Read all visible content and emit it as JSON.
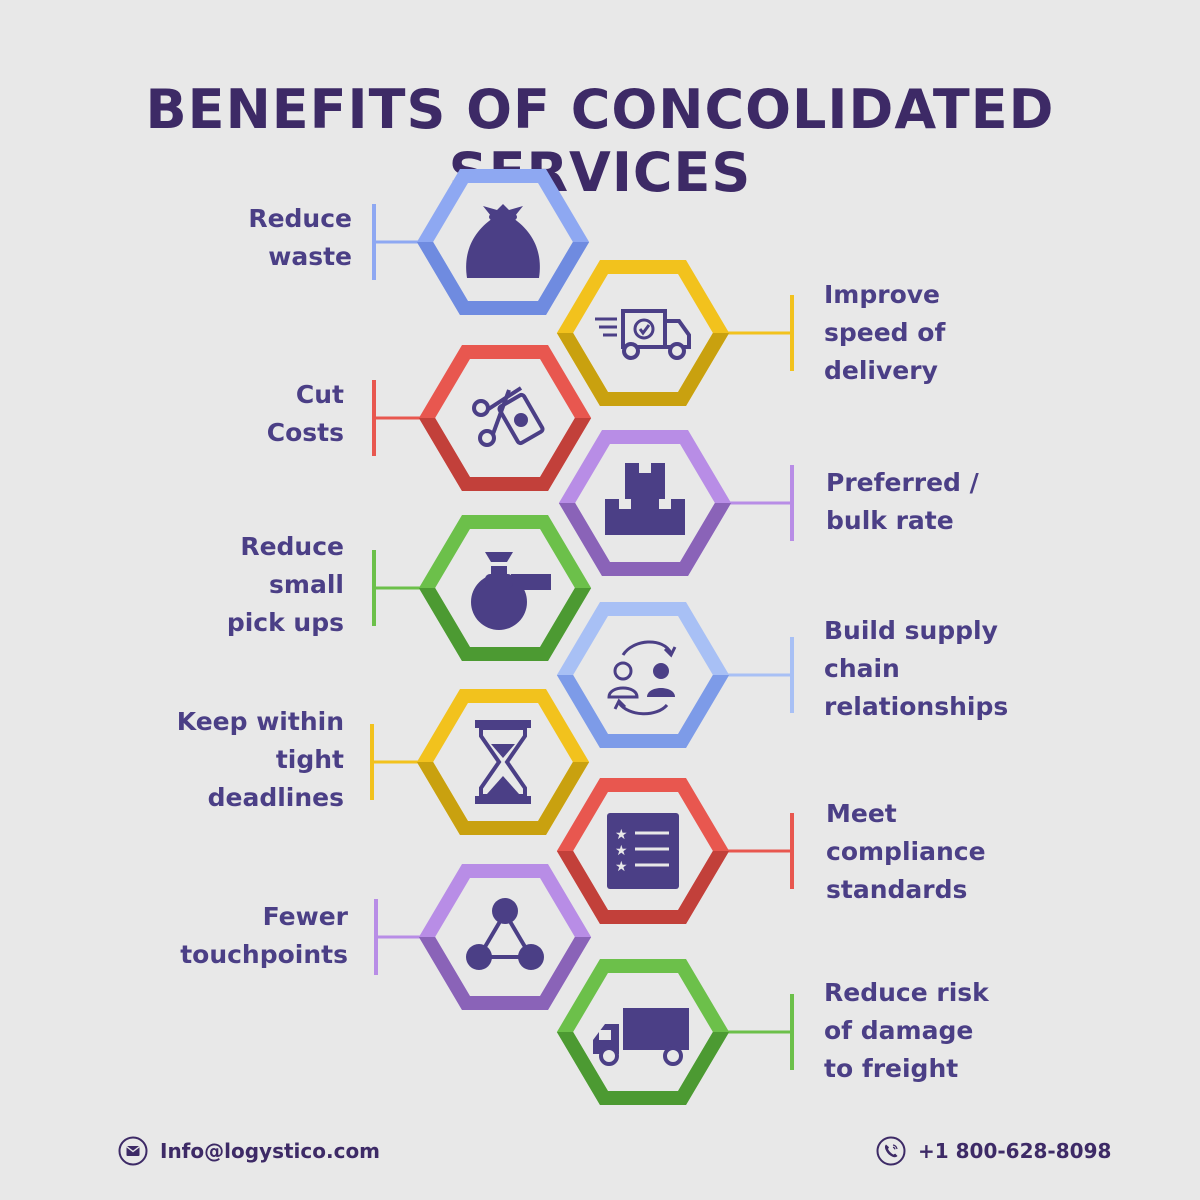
{
  "title": "Benefits of Concolidated Services",
  "benefits": [
    {
      "label": "Reduce\nwaste",
      "icon": "garbage-bag-icon",
      "color": "#8ea8f2",
      "dark": "#6f8be0"
    },
    {
      "label": "Improve\nspeed of\ndelivery",
      "icon": "fast-delivery-truck-icon",
      "color": "#f2c21d",
      "dark": "#c9a10f"
    },
    {
      "label": "Cut\nCosts",
      "icon": "scissors-money-icon",
      "color": "#e8574f",
      "dark": "#c2403a"
    },
    {
      "label": "Preferred /\nbulk rate",
      "icon": "stacked-boxes-icon",
      "color": "#b88de6",
      "dark": "#8a63b8"
    },
    {
      "label": "Reduce\nsmall\npick ups",
      "icon": "money-bag-hand-icon",
      "color": "#6cc04a",
      "dark": "#4c9a32"
    },
    {
      "label": "Build supply\nchain\nrelationships",
      "icon": "user-exchange-icon",
      "color": "#a8c0f5",
      "dark": "#7d9be8"
    },
    {
      "label": "Keep within\ntight\ndeadlines",
      "icon": "hourglass-icon",
      "color": "#f2c21d",
      "dark": "#c9a10f"
    },
    {
      "label": "Meet\ncompliance\nstandards",
      "icon": "checklist-icon",
      "color": "#e8574f",
      "dark": "#c2403a"
    },
    {
      "label": "Fewer\ntouchpoints",
      "icon": "network-nodes-icon",
      "color": "#b88de6",
      "dark": "#8a63b8"
    },
    {
      "label": "Reduce risk\nof damage\nto freight",
      "icon": "freight-truck-icon",
      "color": "#6cc04a",
      "dark": "#4c9a32"
    }
  ],
  "icon_fill": "#4b3f86",
  "footer": {
    "email": "Info@logystico.com",
    "phone": "+1 800-628-8098"
  }
}
